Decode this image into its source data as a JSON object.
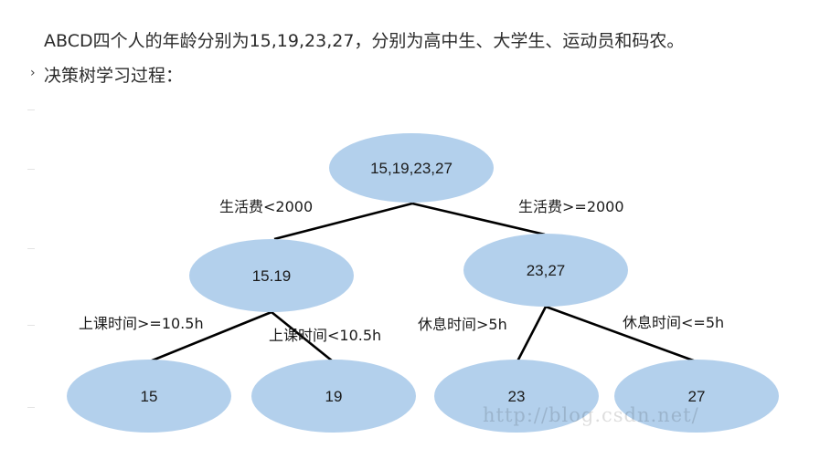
{
  "article": {
    "line1": "ABCD四个人的年龄分别为15,19,23,27，分别为高中生、大学生、运动员和码农。",
    "line2": "决策树学习过程："
  },
  "side_glyph": "›",
  "diagram": {
    "node_fill": "#b3d0ec",
    "edge_color": "#000000",
    "nodes": [
      {
        "id": "root",
        "label": "15,19,23,27"
      },
      {
        "id": "left",
        "label": "15.19"
      },
      {
        "id": "right",
        "label": "23,27"
      },
      {
        "id": "n15",
        "label": "15"
      },
      {
        "id": "n19",
        "label": "19"
      },
      {
        "id": "n23",
        "label": "23"
      },
      {
        "id": "n27",
        "label": "27"
      }
    ],
    "edges": [
      {
        "from": "root",
        "to": "left",
        "label": "生活费<2000"
      },
      {
        "from": "root",
        "to": "right",
        "label": "生活费>=2000"
      },
      {
        "from": "left",
        "to": "n15",
        "label": "上课时间>=10.5h"
      },
      {
        "from": "left",
        "to": "n19",
        "label": "上课时间<10.5h"
      },
      {
        "from": "right",
        "to": "n23",
        "label": "休息时间>5h"
      },
      {
        "from": "right",
        "to": "n27",
        "label": "休息时间<=5h"
      }
    ]
  },
  "watermark": "http://blog.csdn.net/"
}
